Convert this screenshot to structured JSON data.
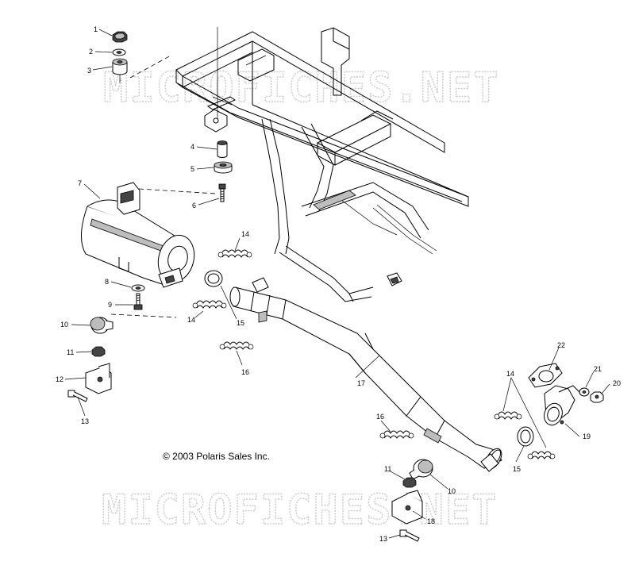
{
  "watermark_top": "MICROFICHES.NET",
  "watermark_bottom": "MICROFICHES.NET",
  "copyright": "© 2003 Polaris Sales Inc.",
  "callouts": {
    "c1": "1",
    "c2": "2",
    "c3": "3",
    "c4": "4",
    "c5": "5",
    "c6": "6",
    "c7": "7",
    "c8": "8",
    "c9": "9",
    "c10a": "10",
    "c10b": "10",
    "c11a": "11",
    "c11b": "11",
    "c12": "12",
    "c13a": "13",
    "c13b": "13",
    "c14a": "14",
    "c14b": "14",
    "c14c": "14",
    "c15a": "15",
    "c15b": "15",
    "c16a": "16",
    "c16b": "16",
    "c17": "17",
    "c18": "18",
    "c19": "19",
    "c20": "20",
    "c21": "21",
    "c22": "22"
  }
}
